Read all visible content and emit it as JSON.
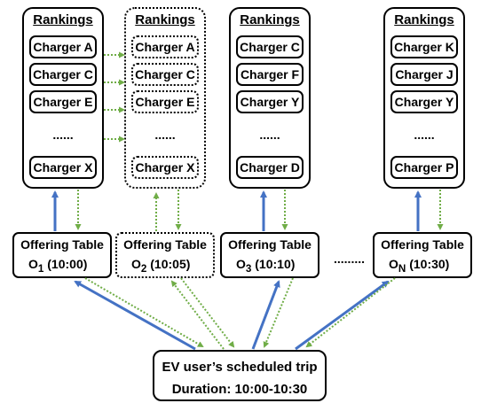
{
  "rankings_title": "Rankings",
  "panels": [
    {
      "id": "p1",
      "chargers": [
        "Charger A",
        "Charger C",
        "Charger E"
      ],
      "ellipsis": "......",
      "last": "Charger X"
    },
    {
      "id": "p2",
      "chargers": [
        "Charger A",
        "Charger C",
        "Charger E"
      ],
      "ellipsis": "......",
      "last": "Charger X"
    },
    {
      "id": "p3",
      "chargers": [
        "Charger C",
        "Charger F",
        "Charger Y"
      ],
      "ellipsis": "......",
      "last": "Charger D"
    },
    {
      "id": "p4",
      "chargers": [
        "Charger K",
        "Charger J",
        "Charger Y"
      ],
      "ellipsis": "......",
      "last": "Charger P"
    }
  ],
  "offering_label": "Offering Table",
  "offers": [
    {
      "name": "O",
      "sub": "1",
      "time": "(10:00)"
    },
    {
      "name": "O",
      "sub": "2",
      "time": "(10:05)"
    },
    {
      "name": "O",
      "sub": "3",
      "time": "(10:10)"
    },
    {
      "name": "O",
      "sub": "N",
      "time": "(10:30)"
    }
  ],
  "between_dots": ".........",
  "trip": {
    "line1": "EV user’s scheduled trip",
    "line2": "Duration: 10:00-10:30"
  },
  "colors": {
    "blue": "#4472c4",
    "green": "#70ad47"
  }
}
